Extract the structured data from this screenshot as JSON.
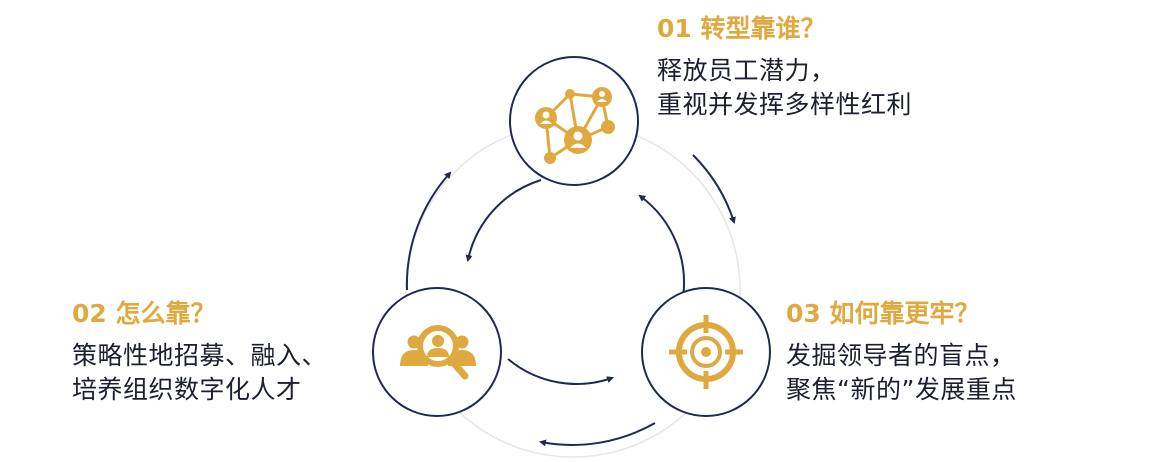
{
  "colors": {
    "accent": "#e0a93f",
    "navy": "#1f2a4d",
    "text": "#1c1f2e",
    "ring": "#e6e6e6"
  },
  "nodes": [
    {
      "icon": "people-network-icon",
      "title": "01 转型靠谁？",
      "lines": [
        "释放员工潜力，",
        "重视并发挥多样性红利"
      ]
    },
    {
      "icon": "talent-search-icon",
      "title": "02 怎么靠？",
      "lines": [
        "策略性地招募、融入、",
        "培养组织数字化人才"
      ]
    },
    {
      "icon": "target-icon",
      "title": "03 如何靠更牢？",
      "lines": [
        "发掘领导者的盲点，",
        "聚焦“新的”发展重点"
      ]
    }
  ]
}
